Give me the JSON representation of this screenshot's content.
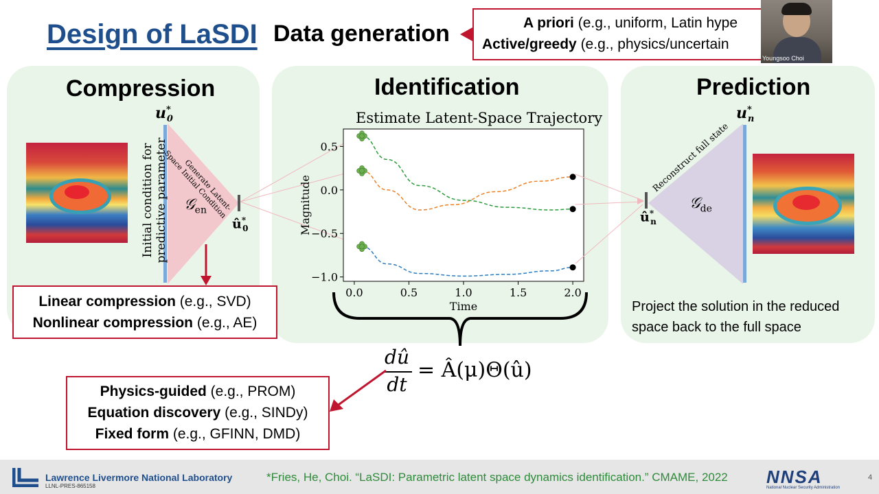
{
  "slide": {
    "title": "Design of LaSDI",
    "data_generation": "Data generation",
    "page_number": "4"
  },
  "sampling_box": {
    "line1_bold": "A priori",
    "line1_rest": " (e.g., uniform, Latin hype",
    "line2_bold": "Active/greedy",
    "line2_rest": " (e.g., physics/uncertain"
  },
  "compression": {
    "heading": "Compression",
    "vertical_label_1": "Initial condition for",
    "vertical_label_2": "predictive parameter",
    "diag_label_1": "Generate Latent-",
    "diag_label_2": "Space Initial Condition",
    "encoder": "𝒢",
    "encoder_sub": "en",
    "u0_label": "u",
    "u0_sub": "0",
    "u0_sup": "*",
    "uhat0_label": "û",
    "uhat0_sub": "0",
    "uhat0_sup": "*",
    "box_line1_bold": "Linear compression",
    "box_line1_rest": " (e.g., SVD)",
    "box_line2_bold": "Nonlinear compression",
    "box_line2_rest": " (e.g., AE)"
  },
  "identification": {
    "heading": "Identification",
    "equation_lhs_num": "dû",
    "equation_lhs_den": "dt",
    "equation_rhs": "= Â(μ)Θ(û)",
    "box_line1_bold": "Physics-guided",
    "box_line1_rest": " (e.g., PROM)",
    "box_line2_bold": "Equation discovery",
    "box_line2_rest": " (e.g., SINDy)",
    "box_line3_bold": "Fixed form",
    "box_line3_rest": " (e.g., GFINN, DMD)"
  },
  "prediction": {
    "heading": "Prediction",
    "diag_label": "Reconstruct full state",
    "decoder": "𝒢",
    "decoder_sub": "de",
    "un_label": "u",
    "un_sub": "n",
    "un_sup": "*",
    "uhatn_label": "û",
    "uhatn_sub": "n",
    "uhatn_sup": "*",
    "description_1": "Project the solution in the reduced",
    "description_2": "space back to the full space"
  },
  "chart_data": {
    "type": "line",
    "title": "Estimate Latent-Space Trajectory",
    "xlabel": "Time",
    "ylabel": "Magnitude",
    "xlim": [
      -0.1,
      2.1
    ],
    "ylim": [
      -1.05,
      0.7
    ],
    "xticks": [
      "0.0",
      "0.5",
      "1.0",
      "1.5",
      "2.0"
    ],
    "xtick_values": [
      0.0,
      0.5,
      1.0,
      1.5,
      2.0
    ],
    "yticks": [
      "0.5",
      "0.0",
      "−0.5",
      "−1.0"
    ],
    "ytick_values": [
      0.5,
      0.0,
      -0.5,
      -1.0
    ],
    "series": [
      {
        "color": "#2e9a3e",
        "x": [
          0.07,
          0.3,
          0.6,
          1.0,
          1.4,
          1.8,
          2.0
        ],
        "y": [
          0.62,
          0.35,
          0.05,
          -0.12,
          -0.2,
          -0.23,
          -0.22
        ],
        "start": [
          0.07,
          0.62
        ],
        "end": [
          2.0,
          -0.22
        ]
      },
      {
        "color": "#e8822a",
        "x": [
          0.07,
          0.3,
          0.6,
          0.9,
          1.3,
          1.7,
          2.0
        ],
        "y": [
          0.22,
          0.0,
          -0.23,
          -0.17,
          -0.02,
          0.1,
          0.15
        ],
        "start": [
          0.07,
          0.22
        ],
        "end": [
          2.0,
          0.15
        ]
      },
      {
        "color": "#2b7bbd",
        "x": [
          0.07,
          0.3,
          0.6,
          1.0,
          1.4,
          1.8,
          2.0
        ],
        "y": [
          -0.65,
          -0.85,
          -0.96,
          -0.99,
          -0.97,
          -0.93,
          -0.89
        ],
        "start": [
          0.07,
          -0.65
        ],
        "end": [
          2.0,
          -0.89
        ]
      }
    ]
  },
  "footer": {
    "lab_name": "Lawrence Livermore National Laboratory",
    "doc_id": "LLNL-PRES-865158",
    "citation": "*Fries, He, Choi. “LaSDI: Parametric latent space dynamics identification.” CMAME, 2022",
    "nnsa_logo": "NNSA",
    "nnsa_caption": "National Nuclear Security Administration"
  },
  "webcam": {
    "name": "Youngsoo Choi"
  },
  "colors": {
    "accent_blue": "#1f4e8c",
    "red": "#c0152f",
    "panel_green": "#eaf5ea",
    "citation_green": "#2e8b3a"
  }
}
